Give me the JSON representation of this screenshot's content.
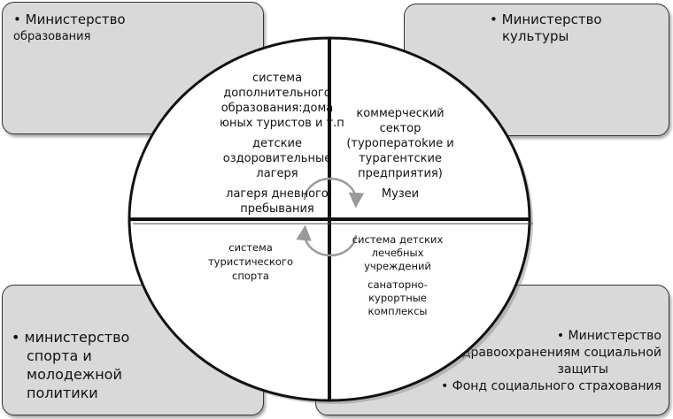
{
  "top_left": {
    "bullet": "Министерство",
    "line2": "образования"
  },
  "top_right": {
    "line1": "Министерство",
    "line2": "культуры"
  },
  "bottom_left": {
    "lines": [
      "министерство",
      "спорта и",
      "молодежной",
      "политики"
    ]
  },
  "bottom_right": {
    "lines1": [
      "Министерство",
      "здравоохранениям социальной",
      "защиты"
    ],
    "line4": "Фонд социального страхования"
  },
  "quadrant_top_left": {
    "group1": [
      "система",
      "дополнительного",
      "образования:дома",
      "юных туристов и т.п"
    ],
    "group2": [
      "детские",
      "оздоровительные",
      "лагеря"
    ],
    "group3": [
      "лагеря дневного",
      "пребывания"
    ]
  },
  "quadrant_top_right": {
    "group1": [
      "коммерческий",
      "сектор",
      "(туроператоkие и",
      "турагентские",
      "предприятия)"
    ],
    "group2": [
      "Музеи"
    ]
  },
  "quadrant_bottom_left": {
    "group1": [
      "система",
      "туристического",
      "спорта"
    ]
  },
  "quadrant_bottom_right": {
    "group1": [
      "система детских",
      "лечебных",
      "учреждений"
    ],
    "group2": [
      "санаторно-",
      "курортные",
      "комплексы"
    ]
  },
  "colors": {
    "corner_fill": "#d9d9d9",
    "outline": "#111111",
    "arrow": "#9a9a9a"
  }
}
